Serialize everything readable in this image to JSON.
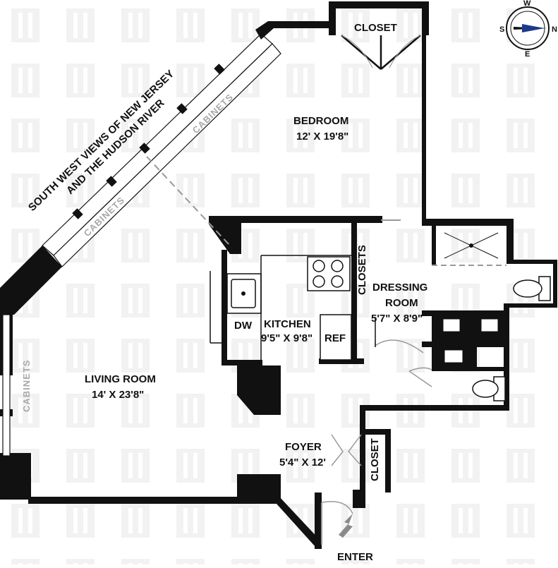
{
  "views": {
    "line1": "SOUTH WEST VIEWS OF NEW JERSEY",
    "line2": "AND THE HUDSON RIVER"
  },
  "rooms": {
    "bedroom": {
      "name": "BEDROOM",
      "dims": "12' X 19'8\""
    },
    "living": {
      "name": "LIVING ROOM",
      "dims": "14' X 23'8\""
    },
    "kitchen": {
      "name": "KITCHEN",
      "dims": "9'5\" X 9'8\""
    },
    "dressing": {
      "name1": "DRESSING",
      "name2": "ROOM",
      "dims": "5'7\" X 8'9\""
    },
    "foyer": {
      "name": "FOYER",
      "dims": "5'4\" X 12'"
    }
  },
  "labels": {
    "closet_top": "CLOSET",
    "closets": "CLOSETS",
    "closet_foyer": "CLOSET",
    "dw": "DW",
    "ref": "REF",
    "cabinets_upper": "CABINETS",
    "cabinets_lower": "CABINETS",
    "cabinets_left": "CABINETS",
    "enter": "ENTER"
  },
  "compass": {
    "n": "N",
    "s": "S",
    "e": "E",
    "w": "W"
  },
  "colors": {
    "wall": "#111111",
    "watermark": "#f1f1f1",
    "cabinet_text": "#a8a8a8",
    "arrow": "#8a8a8a"
  }
}
